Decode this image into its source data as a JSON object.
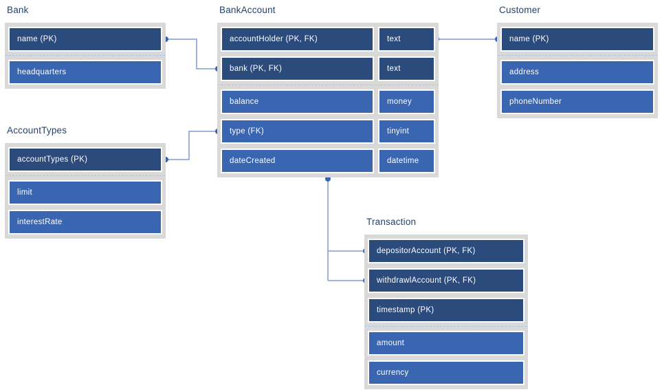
{
  "diagram": {
    "tables": [
      {
        "id": "bank",
        "title": "Bank",
        "columns": [
          {
            "name": "name (PK)",
            "key": true
          },
          {
            "name": "headquarters",
            "key": false
          }
        ]
      },
      {
        "id": "bankAccount",
        "title": "BankAccount",
        "columns": [
          {
            "name": "accountHolder (PK, FK)",
            "type": "text",
            "key": true
          },
          {
            "name": "bank (PK, FK)",
            "type": "text",
            "key": true
          },
          {
            "name": "balance",
            "type": "money",
            "key": false
          },
          {
            "name": "type (FK)",
            "type": "tinyint",
            "key": false
          },
          {
            "name": "dateCreated",
            "type": "datetime",
            "key": false
          }
        ]
      },
      {
        "id": "customer",
        "title": "Customer",
        "columns": [
          {
            "name": "name (PK)",
            "key": true
          },
          {
            "name": "address",
            "key": false
          },
          {
            "name": "phoneNumber",
            "key": false
          }
        ]
      },
      {
        "id": "accountTypes",
        "title": "AccountTypes",
        "columns": [
          {
            "name": "accountTypes (PK)",
            "key": true
          },
          {
            "name": "limit",
            "key": false
          },
          {
            "name": "interestRate",
            "key": false
          }
        ]
      },
      {
        "id": "transaction",
        "title": "Transaction",
        "columns": [
          {
            "name": "depositorAccount (PK, FK)",
            "key": true
          },
          {
            "name": "withdrawlAccount (PK, FK)",
            "key": true
          },
          {
            "name": "timestamp (PK)",
            "key": true
          },
          {
            "name": "amount",
            "key": false
          },
          {
            "name": "currency",
            "key": false
          }
        ]
      }
    ],
    "relationships": [
      {
        "from": "Bank.name",
        "to": "BankAccount.bank"
      },
      {
        "from": "AccountTypes.accountTypes",
        "to": "BankAccount.type"
      },
      {
        "from": "BankAccount.accountHolder",
        "to": "Customer.name"
      },
      {
        "from": "BankAccount",
        "to": "Transaction.depositorAccount"
      },
      {
        "from": "BankAccount",
        "to": "Transaction.withdrawlAccount"
      }
    ],
    "colors": {
      "pk_row": "#2B4B7D",
      "attribute_row": "#3A65B0",
      "table_background": "#D9D9D9",
      "title_text": "#24426B",
      "row_text": "#FFFFFF",
      "connector_line": "#7E9BD3",
      "connector_dot": "#3566B2",
      "separator_dash": "#A9C7E9"
    }
  }
}
